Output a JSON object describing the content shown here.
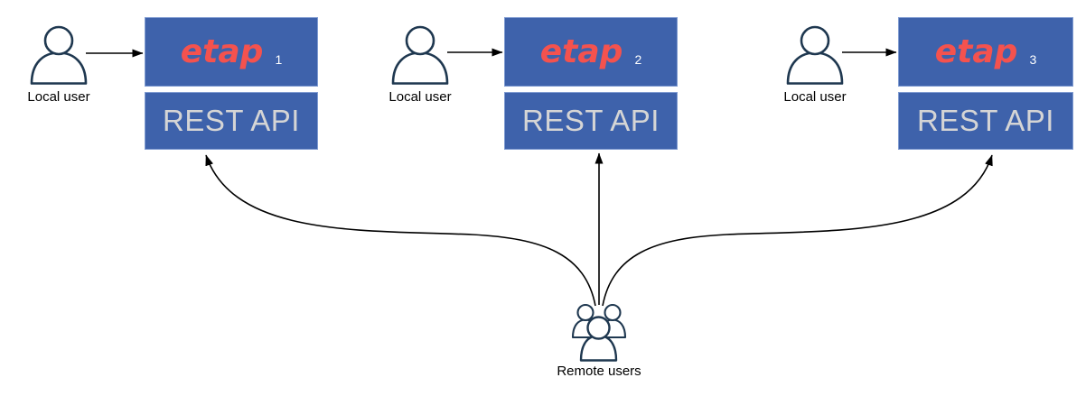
{
  "colors": {
    "box_fill": "#3E62AB",
    "box_border": "#7f9bd1",
    "etap_red": "#F4524E",
    "rest_text_gray": "#D5D5D5",
    "person_stroke_navy": "#1F3850",
    "arrow_black": "#000000",
    "label_black": "#000000",
    "background": "#ffffff"
  },
  "nodes": [
    {
      "etap_label": "etap",
      "instance": "1",
      "rest_label": "REST API",
      "local_user_label": "Local user"
    },
    {
      "etap_label": "etap",
      "instance": "2",
      "rest_label": "REST API",
      "local_user_label": "Local user"
    },
    {
      "etap_label": "etap",
      "instance": "3",
      "rest_label": "REST API",
      "local_user_label": "Local user"
    }
  ],
  "remote_users": {
    "label": "Remote users"
  },
  "icons": {
    "local_user": "single-person-outline-icon",
    "remote_users": "people-group-outline-icon"
  }
}
